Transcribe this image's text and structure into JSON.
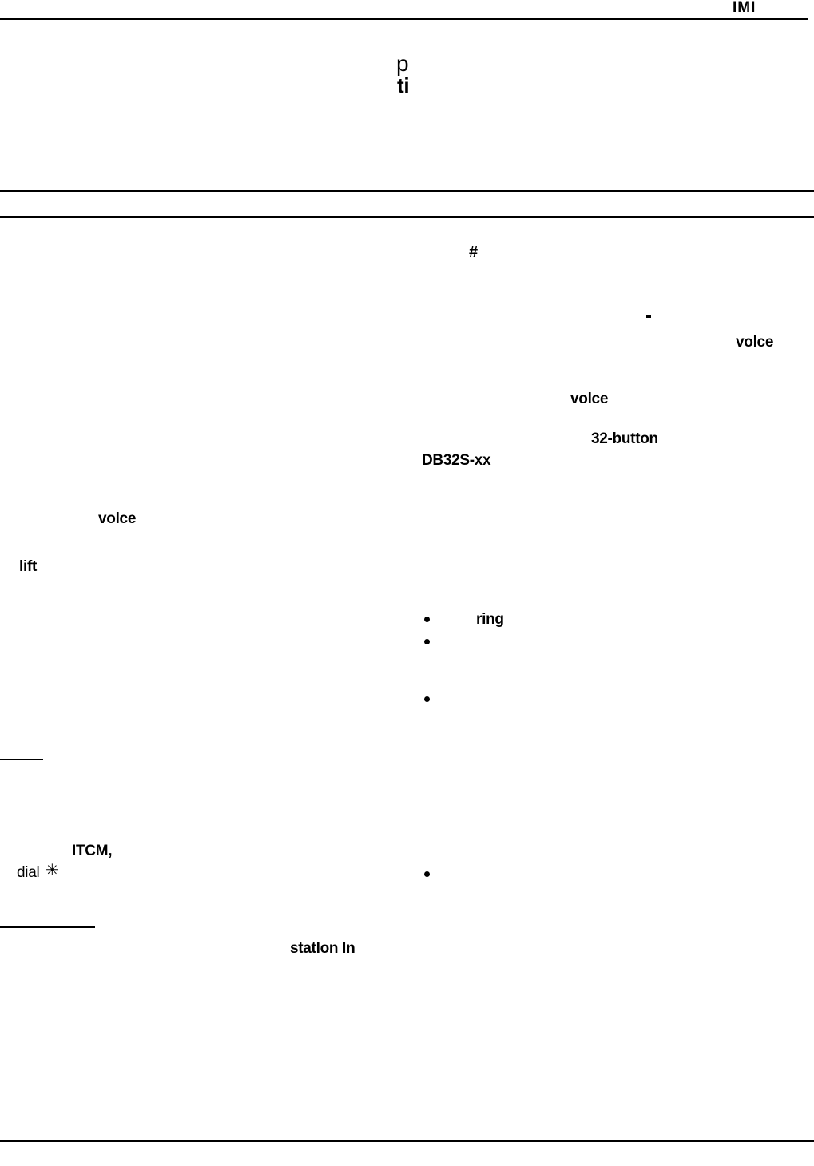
{
  "header": {
    "corner_mark": "IMI",
    "center_glyph_top": "p",
    "center_glyph_bottom": "ti"
  },
  "left_column": {
    "voice": "volce",
    "lift": "lift",
    "itcm": "ITCM,",
    "dial": "dial",
    "dial_symbol": "✳",
    "station_in": "statlon ln"
  },
  "right_column": {
    "pound": "#",
    "voice_1": "volce",
    "voice_2": "volce",
    "button_32": "32-button",
    "db32s": "DB32S-xx",
    "ring": "ring"
  },
  "bullets": [
    {
      "name": "bullet-ring"
    },
    {
      "name": "bullet-2"
    },
    {
      "name": "bullet-3"
    },
    {
      "name": "bullet-4"
    }
  ]
}
